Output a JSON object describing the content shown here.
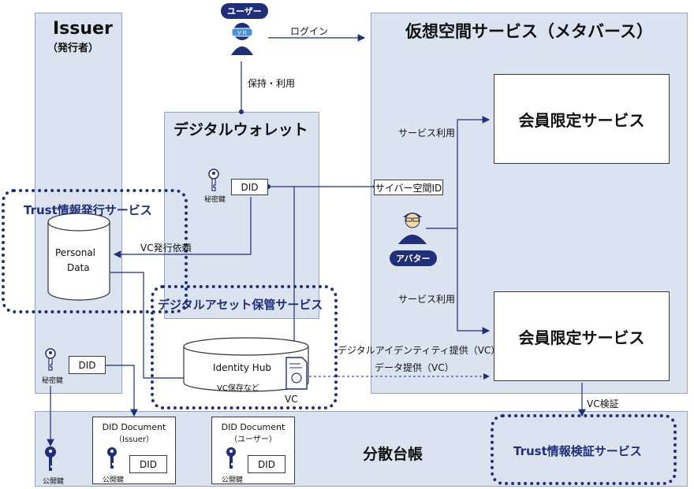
{
  "issuer": {
    "title": "Issuer",
    "subtitle": "（発行者）"
  },
  "user": {
    "label": "ユーザー",
    "login": "ログイン",
    "hold_use": "保持・利用"
  },
  "metaverse": {
    "title": "仮想空間サービス（メタバース）",
    "service_top": "会員限定サービス",
    "service_bottom": "会員限定サービス",
    "service_use_top": "サービス利用",
    "service_use_bottom": "サービス利用",
    "cyber_id": "サイバー空間ID",
    "avatar": "アバター"
  },
  "wallet": {
    "title": "デジタルウォレット",
    "did": "DID",
    "secret_key": "秘密鍵"
  },
  "trust_issue": {
    "title": "Trust情報発行サービス",
    "personal_data": [
      "Personal",
      "Data"
    ],
    "vc_request": "VC発行依頼"
  },
  "asset_storage": {
    "title": "デジタルアセット保管サービス",
    "identity_hub": "Identity Hub",
    "vc_storage": "VC保存など",
    "vc": "VC"
  },
  "identity_provide": {
    "line1": "デジタルアイデンティティ提供（VC）",
    "line2": "データ提供（VC）"
  },
  "issuer_keys": {
    "did": "DID",
    "secret_key": "秘密鍵"
  },
  "ledger": {
    "title": "分散台帳",
    "public_key": "公開鍵",
    "doc_issuer_title": "DID Document",
    "doc_issuer_sub": "（Issuer）",
    "doc_user_title": "DID Document",
    "doc_user_sub": "（ユーザー）",
    "did": "DID",
    "vc_verify": "VC検証",
    "trust_verify": "Trust情報検証サービス"
  },
  "icons": {
    "key": "key-icon",
    "user": "vr-user-icon",
    "avatar": "avatar-icon",
    "db": "database-icon",
    "cert": "certificate-icon"
  },
  "colors": {
    "panel": "#dce3f0",
    "navy": "#1f2f78",
    "line": "#1f2f78"
  }
}
